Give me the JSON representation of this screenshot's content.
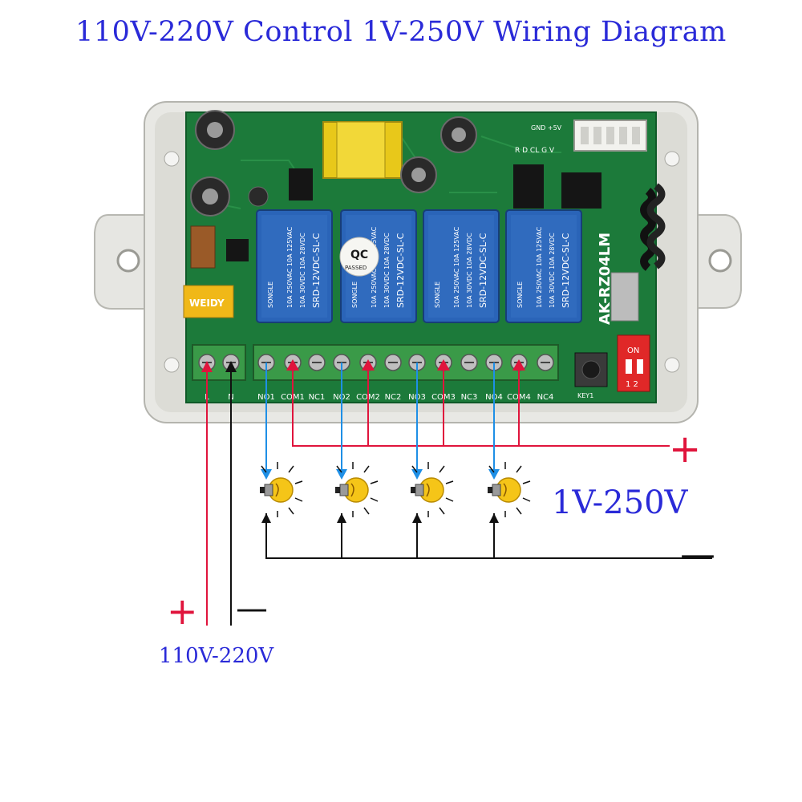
{
  "title": "110V-220V Control 1V-250V Wiring Diagram",
  "colors": {
    "title": "#2a2ad8",
    "hot_wire": "#e0143c",
    "ground_wire": "#111111",
    "signal_arrow": "#1e8fe6",
    "board": "#1c7a3a",
    "relay": "#2a64b8",
    "enclosure": "#e4e4e0",
    "terminal": "#3a9a48",
    "bulb": "#f5c518"
  },
  "board": {
    "model_label": "AK-RZ04LM",
    "relay_brand": "SONGLE",
    "relay_spec_a": "10A 250VAC  10A 125VAC",
    "relay_spec_b": "10A 30VDC  10A 28VDC",
    "relay_part": "SRD-12VDC-SL-C",
    "qc_sticker": "QC",
    "qc_passed": "PASSED",
    "capacitor_brand": "WEIDY",
    "dip_on": "ON",
    "dip_numbers": "1 2",
    "key_label": "KEY1",
    "pin_header": "R  D  CL  G  V",
    "pin_header_top": "GND  +5V",
    "terminals": [
      "L",
      "N",
      "NO1",
      "COM1",
      "NC1",
      "NO2",
      "COM2",
      "NC2",
      "NO3",
      "COM3",
      "NC3",
      "NO4",
      "COM4",
      "NC4"
    ]
  },
  "load_plus": "+",
  "load_minus": "—",
  "load_voltage": "1V-250V",
  "supply_plus": "+",
  "supply_minus": "—",
  "supply_voltage": "110V-220V",
  "bulbs": [
    "lamp-1",
    "lamp-2",
    "lamp-3",
    "lamp-4"
  ]
}
